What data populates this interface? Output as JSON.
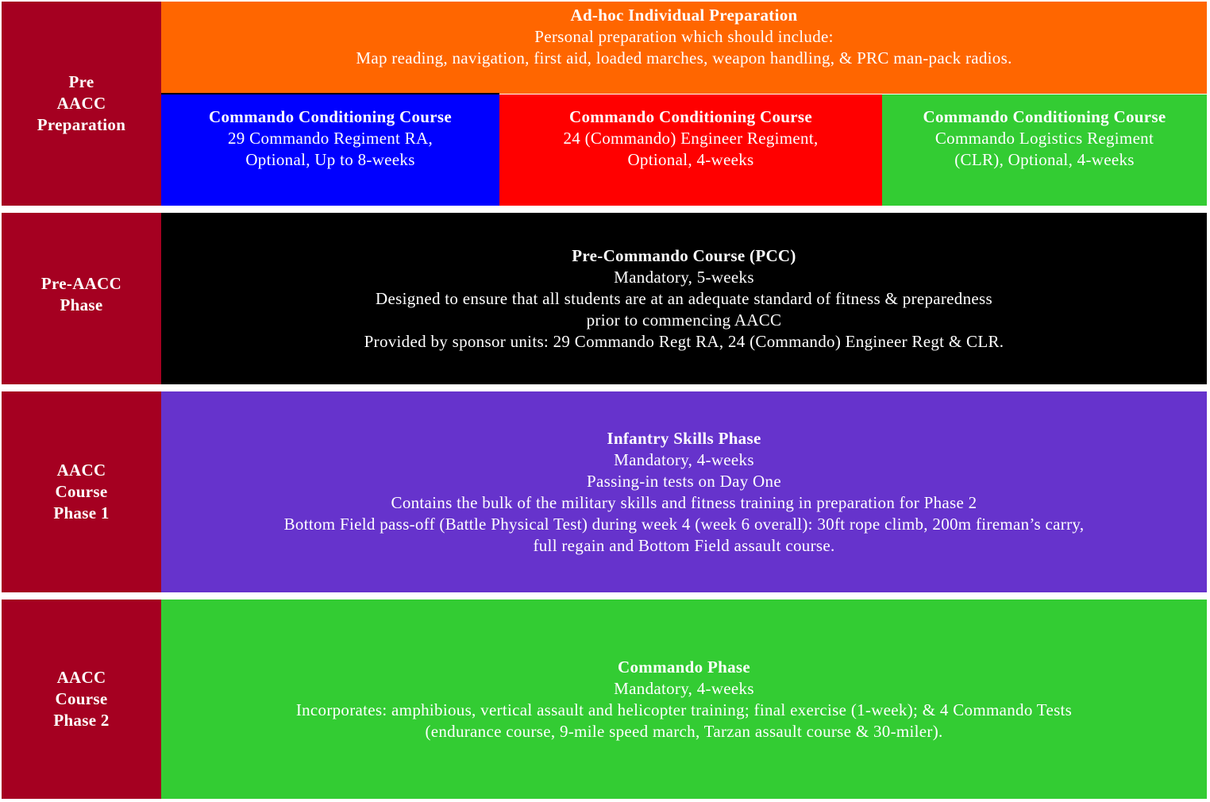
{
  "colors": {
    "label": "#a50021",
    "orange": "#ff6600",
    "blue": "#0000ff",
    "red": "#ff0000",
    "green": "#33cc33",
    "black": "#000000",
    "purple": "#6633cc"
  },
  "rows": [
    {
      "label": [
        "Pre",
        "AACC",
        "Preparation"
      ],
      "top": {
        "title": "Ad-hoc Individual Preparation",
        "lines": [
          "Personal preparation which should include:",
          "Map reading, navigation, first aid, loaded marches, weapon handling, & PRC man-pack radios."
        ]
      },
      "courses": [
        {
          "title": "Commando Conditioning Course",
          "lines": [
            "29 Commando Regiment RA,",
            "Optional, Up to 8-weeks"
          ]
        },
        {
          "title": "Commando Conditioning Course",
          "lines": [
            "24 (Commando) Engineer Regiment,",
            "Optional, 4-weeks"
          ]
        },
        {
          "title": "Commando Conditioning Course",
          "lines": [
            "Commando Logistics Regiment",
            "(CLR), Optional, 4-weeks"
          ]
        }
      ]
    },
    {
      "label": [
        "Pre-AACC",
        "Phase"
      ],
      "title": "Pre-Commando Course (PCC)",
      "lines": [
        "Mandatory, 5-weeks",
        "Designed to ensure that all students are at an adequate standard of fitness & preparedness",
        "prior to commencing AACC",
        "Provided by sponsor units: 29 Commando Regt RA, 24 (Commando) Engineer Regt & CLR."
      ]
    },
    {
      "label": [
        "AACC",
        "Course",
        "Phase 1"
      ],
      "title": "Infantry Skills Phase",
      "lines": [
        "Mandatory, 4-weeks",
        "Passing-in tests on Day One",
        "Contains the bulk of the military skills and fitness training in preparation for Phase 2",
        "Bottom Field pass-off (Battle Physical Test) during week 4 (week 6 overall): 30ft rope climb, 200m fireman’s carry,",
        "full regain and Bottom Field assault course."
      ]
    },
    {
      "label": [
        "AACC",
        "Course",
        "Phase 2"
      ],
      "title": "Commando Phase",
      "lines": [
        "Mandatory, 4-weeks",
        "Incorporates: amphibious, vertical assault and helicopter training; final exercise (1-week); & 4 Commando Tests",
        "(endurance course, 9-mile speed march, Tarzan assault course & 30-miler)."
      ]
    }
  ]
}
